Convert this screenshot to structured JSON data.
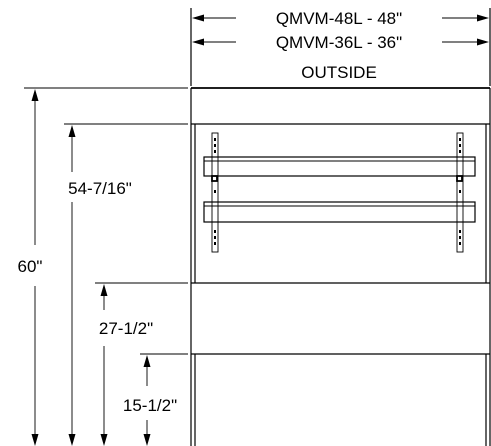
{
  "labels": {
    "width_48": "QMVM-48L - 48\"",
    "width_36": "QMVM-36L - 36\"",
    "outside": "OUTSIDE",
    "height_total": "60\"",
    "height_upper": "54-7/16\"",
    "height_counter": "27-1/2\"",
    "height_base": "15-1/2\""
  },
  "colors": {
    "line": "#000000",
    "background": "#ffffff"
  }
}
